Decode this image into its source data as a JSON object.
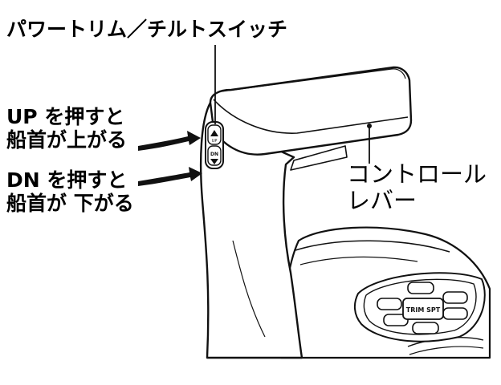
{
  "labels": {
    "switch_title": "パワートリム／チルトスイッチ",
    "up_line1": "UP を押すと",
    "up_line2": "船首が上がる",
    "dn_line1": "DN を押すと",
    "dn_line2": "船首が 下がる",
    "lever_line1": "コントロール",
    "lever_line2": "レバー"
  },
  "switch_buttons": {
    "up": "UP",
    "dn": "DN"
  },
  "panel": {
    "center_button": "TRIM SPT"
  }
}
